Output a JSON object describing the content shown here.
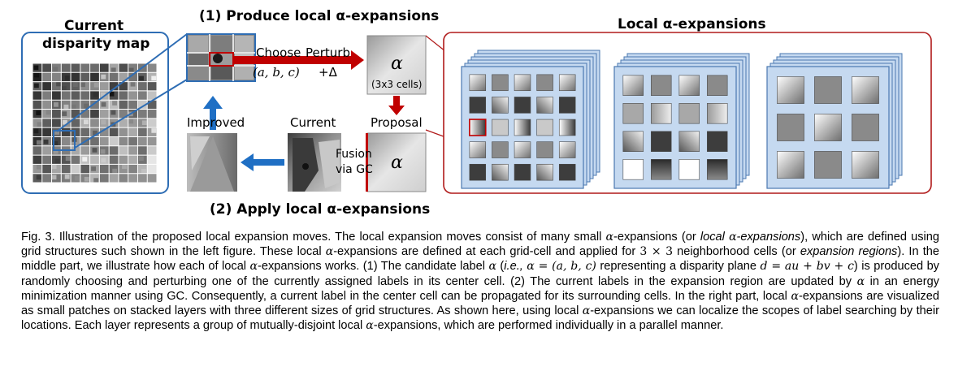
{
  "figure": {
    "left_panel_title_line1": "Current",
    "left_panel_title_line2": "disparity map",
    "step1_title": "(1) Produce local α-expansions",
    "step2_title": "(2) Apply local α-expansions",
    "choose_label": "Choose",
    "perturb_label": "Perturb",
    "abc_label": "(a, b, c)",
    "plus_delta_label": "+Δ",
    "alpha_symbol": "α",
    "cells_label": "(3x3 cells)",
    "proposal_label": "Proposal",
    "improved_label": "Improved",
    "current_label": "Current",
    "fusion_label_line1": "Fusion",
    "fusion_label_line2": "via GC",
    "right_panel_title": "Local α-expansions",
    "colors": {
      "blue_frame": "#2e6db4",
      "red_frame": "#b01a1a",
      "red_arrow": "#c00000",
      "blue_arrow": "#1f6fc4",
      "layer_fill": "#c5d9f0",
      "layer_stroke": "#4a78b0"
    }
  },
  "caption": {
    "fig_label": "Fig. 3.",
    "s1": " Illustration of the proposed local expansion moves. The local expansion moves consist of many small ",
    "s2": "-expansions (or ",
    "s3_italic": "local ",
    "s4_italic": "-expansions",
    "s5": "), which are defined using grid structures such shown in the left figure. These local ",
    "s6": "-expansions are defined at each grid-cell and applied for ",
    "m_3x3": "3 × 3",
    "s7": " neighborhood cells (or ",
    "s8_italic": "expansion regions",
    "s9": "). In the middle part, we illustrate how each of local ",
    "s10": "-expansions works. (1) The candidate label ",
    "s11": " (",
    "s12_italic": "i.e.,",
    "m_abc": "α = (a, b, c)",
    "s13": " representing a disparity plane ",
    "m_plane": "d = au + bv + c",
    "s14": ") is produced by randomly choosing and perturbing one of the currently assigned labels in its center cell. (2) The current labels in the expansion region are updated by ",
    "s15": " in an energy minimization manner using GC. Consequently, a current label in the center cell can be propagated for its surrounding cells. In the right part, local ",
    "s16": "-expansions are visualized as small patches on stacked layers with three different sizes of grid structures. As shown here, using local ",
    "s17": "-expansions we can localize the scopes of label searching by their locations. Each layer represents a group of mutually-disjoint local ",
    "s18": "-expansions, which are performed individually in a parallel manner.",
    "alpha": "α"
  }
}
